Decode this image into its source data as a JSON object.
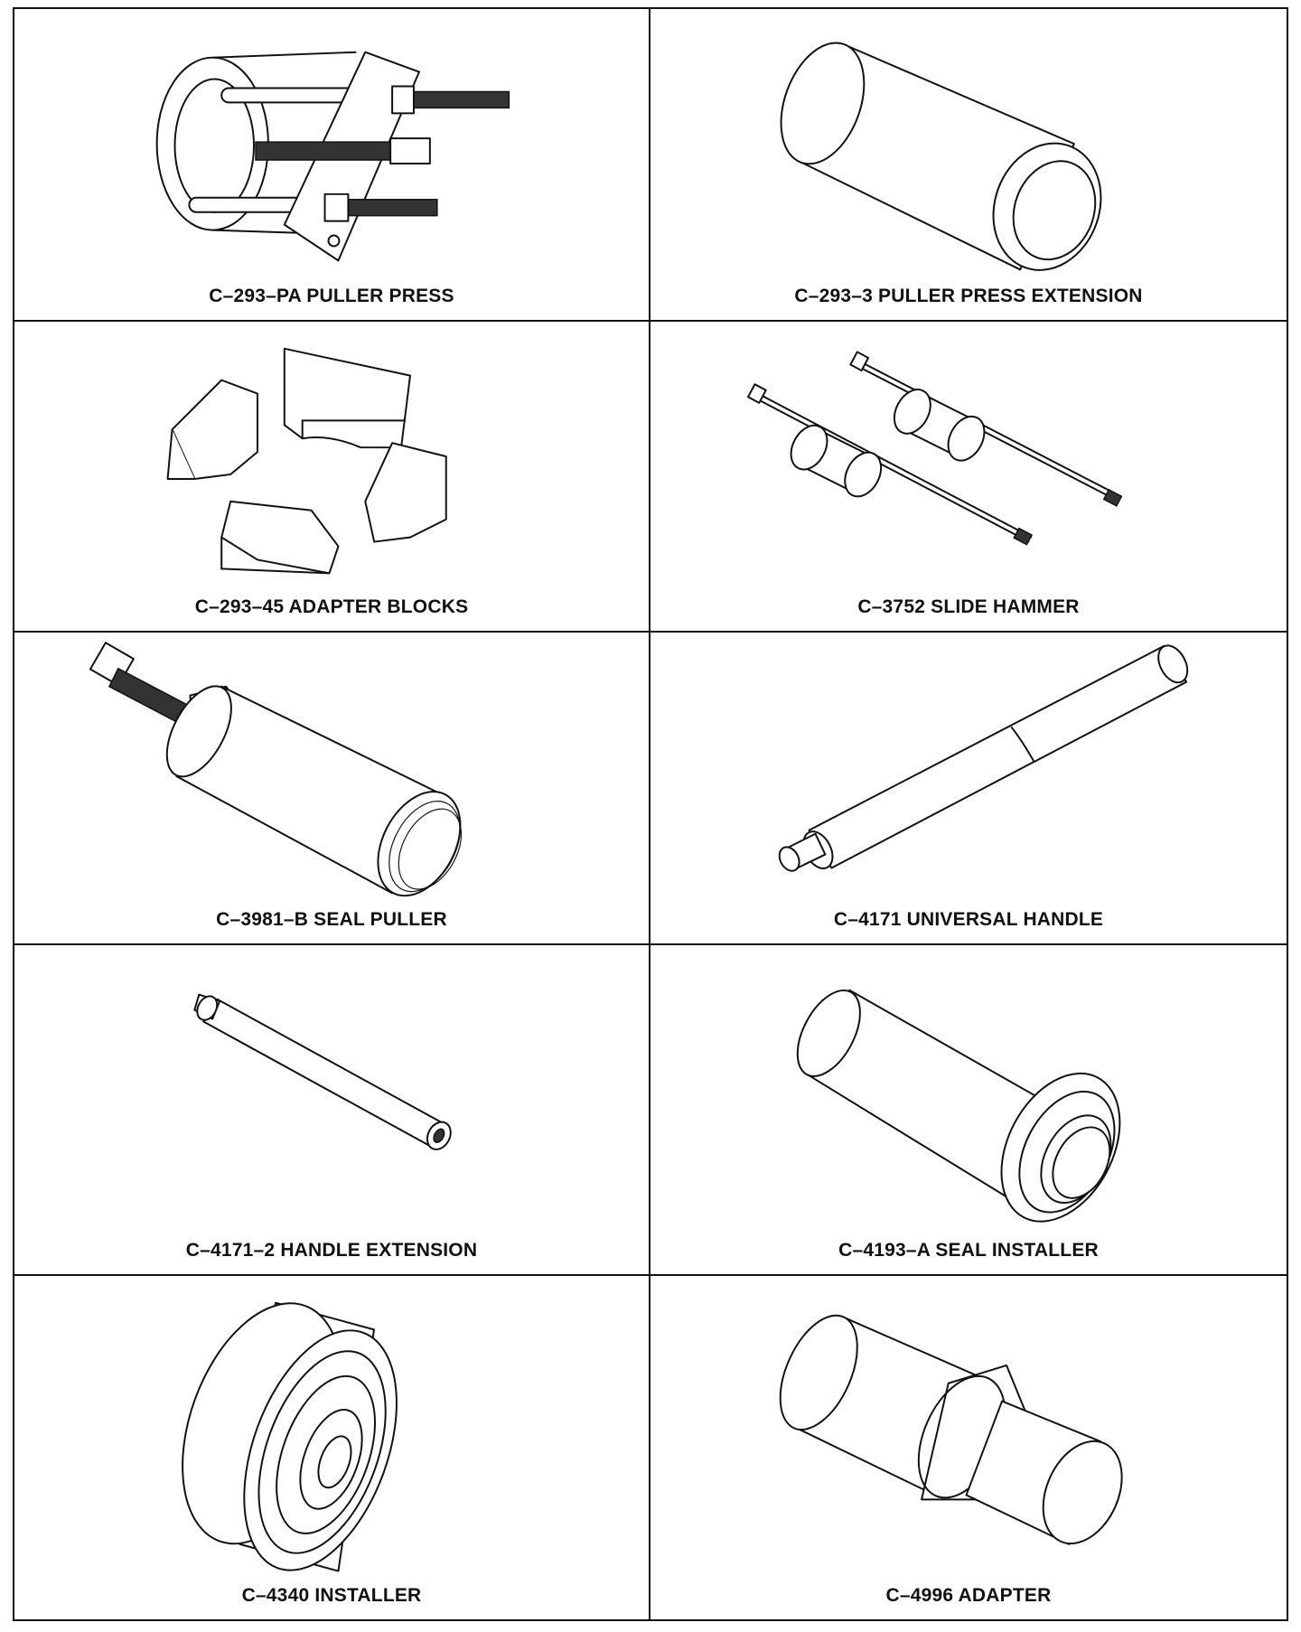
{
  "tools": [
    {
      "id": "c-293-pa",
      "caption": "C–293–PA  PULLER PRESS",
      "icon": "puller-press-icon"
    },
    {
      "id": "c-293-3",
      "caption": "C–293–3  PULLER PRESS EXTENSION",
      "icon": "press-extension-icon"
    },
    {
      "id": "c-293-45",
      "caption": "C–293–45  ADAPTER BLOCKS",
      "icon": "adapter-blocks-icon"
    },
    {
      "id": "c-3752",
      "caption": "C–3752  SLIDE HAMMER",
      "icon": "slide-hammer-icon"
    },
    {
      "id": "c-3981-b",
      "caption": "C–3981–B  SEAL PULLER",
      "icon": "seal-puller-icon"
    },
    {
      "id": "c-4171",
      "caption": "C–4171  UNIVERSAL HANDLE",
      "icon": "universal-handle-icon"
    },
    {
      "id": "c-4171-2",
      "caption": "C–4171–2  HANDLE EXTENSION",
      "icon": "handle-extension-icon"
    },
    {
      "id": "c-4193-a",
      "caption": "C–4193–A  SEAL INSTALLER",
      "icon": "seal-installer-icon"
    },
    {
      "id": "c-4340",
      "caption": "C–4340  INSTALLER",
      "icon": "installer-icon"
    },
    {
      "id": "c-4996",
      "caption": "C–4996  ADAPTER",
      "icon": "adapter-icon"
    }
  ]
}
